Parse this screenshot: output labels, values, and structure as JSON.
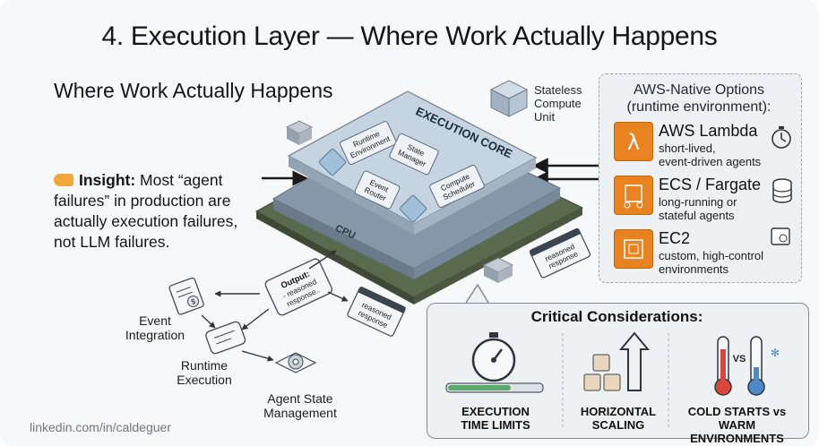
{
  "title": "4. Execution Layer — Where Work Actually Happens",
  "subtitle": "Where Work Actually Happens",
  "insight": {
    "label": "Insight:",
    "text": " Most “agent failures” in production are actually execution failures, not LLM failures."
  },
  "core": {
    "title": "EXECUTION CORE",
    "modules": [
      "Runtime Environment",
      "State Manager",
      "Event Router",
      "Compute Scheduler"
    ],
    "cpu_label": "CPU"
  },
  "stateless": [
    "Stateless",
    "Compute",
    "Unit"
  ],
  "aws": {
    "heading": [
      "AWS-Native Options",
      "(runtime environment):"
    ],
    "options": [
      {
        "name": "AWS Lambda",
        "desc": [
          "short-lived,",
          "event-driven agents"
        ],
        "icon": "lambda-icon"
      },
      {
        "name": "ECS / Fargate",
        "desc": [
          "long-running or",
          "stateful agents"
        ],
        "icon": "fargate-icon"
      },
      {
        "name": "EC2",
        "desc": [
          "custom, high-control",
          "environments"
        ],
        "icon": "ec2-icon"
      }
    ]
  },
  "flow": {
    "output": [
      "Output:",
      "- reasoned",
      "response.."
    ],
    "reasoned_a": [
      "reasoned",
      "response"
    ],
    "reasoned_b": [
      "reasoned",
      "response"
    ],
    "event": [
      "Event",
      "Integration"
    ],
    "runtime": [
      "Runtime",
      "Execution"
    ],
    "state": [
      "Agent State",
      "Management"
    ]
  },
  "critical": {
    "title": "Critical Considerations:",
    "items": [
      {
        "label": [
          "EXECUTION",
          "TIME LIMITS"
        ],
        "icon": "stopwatch-icon"
      },
      {
        "label": [
          "HORIZONTAL",
          "SCALING"
        ],
        "icon": "scaling-icon"
      },
      {
        "label": [
          "COLD STARTS vs",
          "WARM ENVIRONMENTS"
        ],
        "icon": "thermometer-icon",
        "vs": "VS"
      }
    ]
  },
  "footer": "linkedin.com/in/caldeguer",
  "colors": {
    "aws_orange": "#e9831f",
    "core_blue": "#b8c7d6",
    "board_green": "#6c7b5a"
  }
}
